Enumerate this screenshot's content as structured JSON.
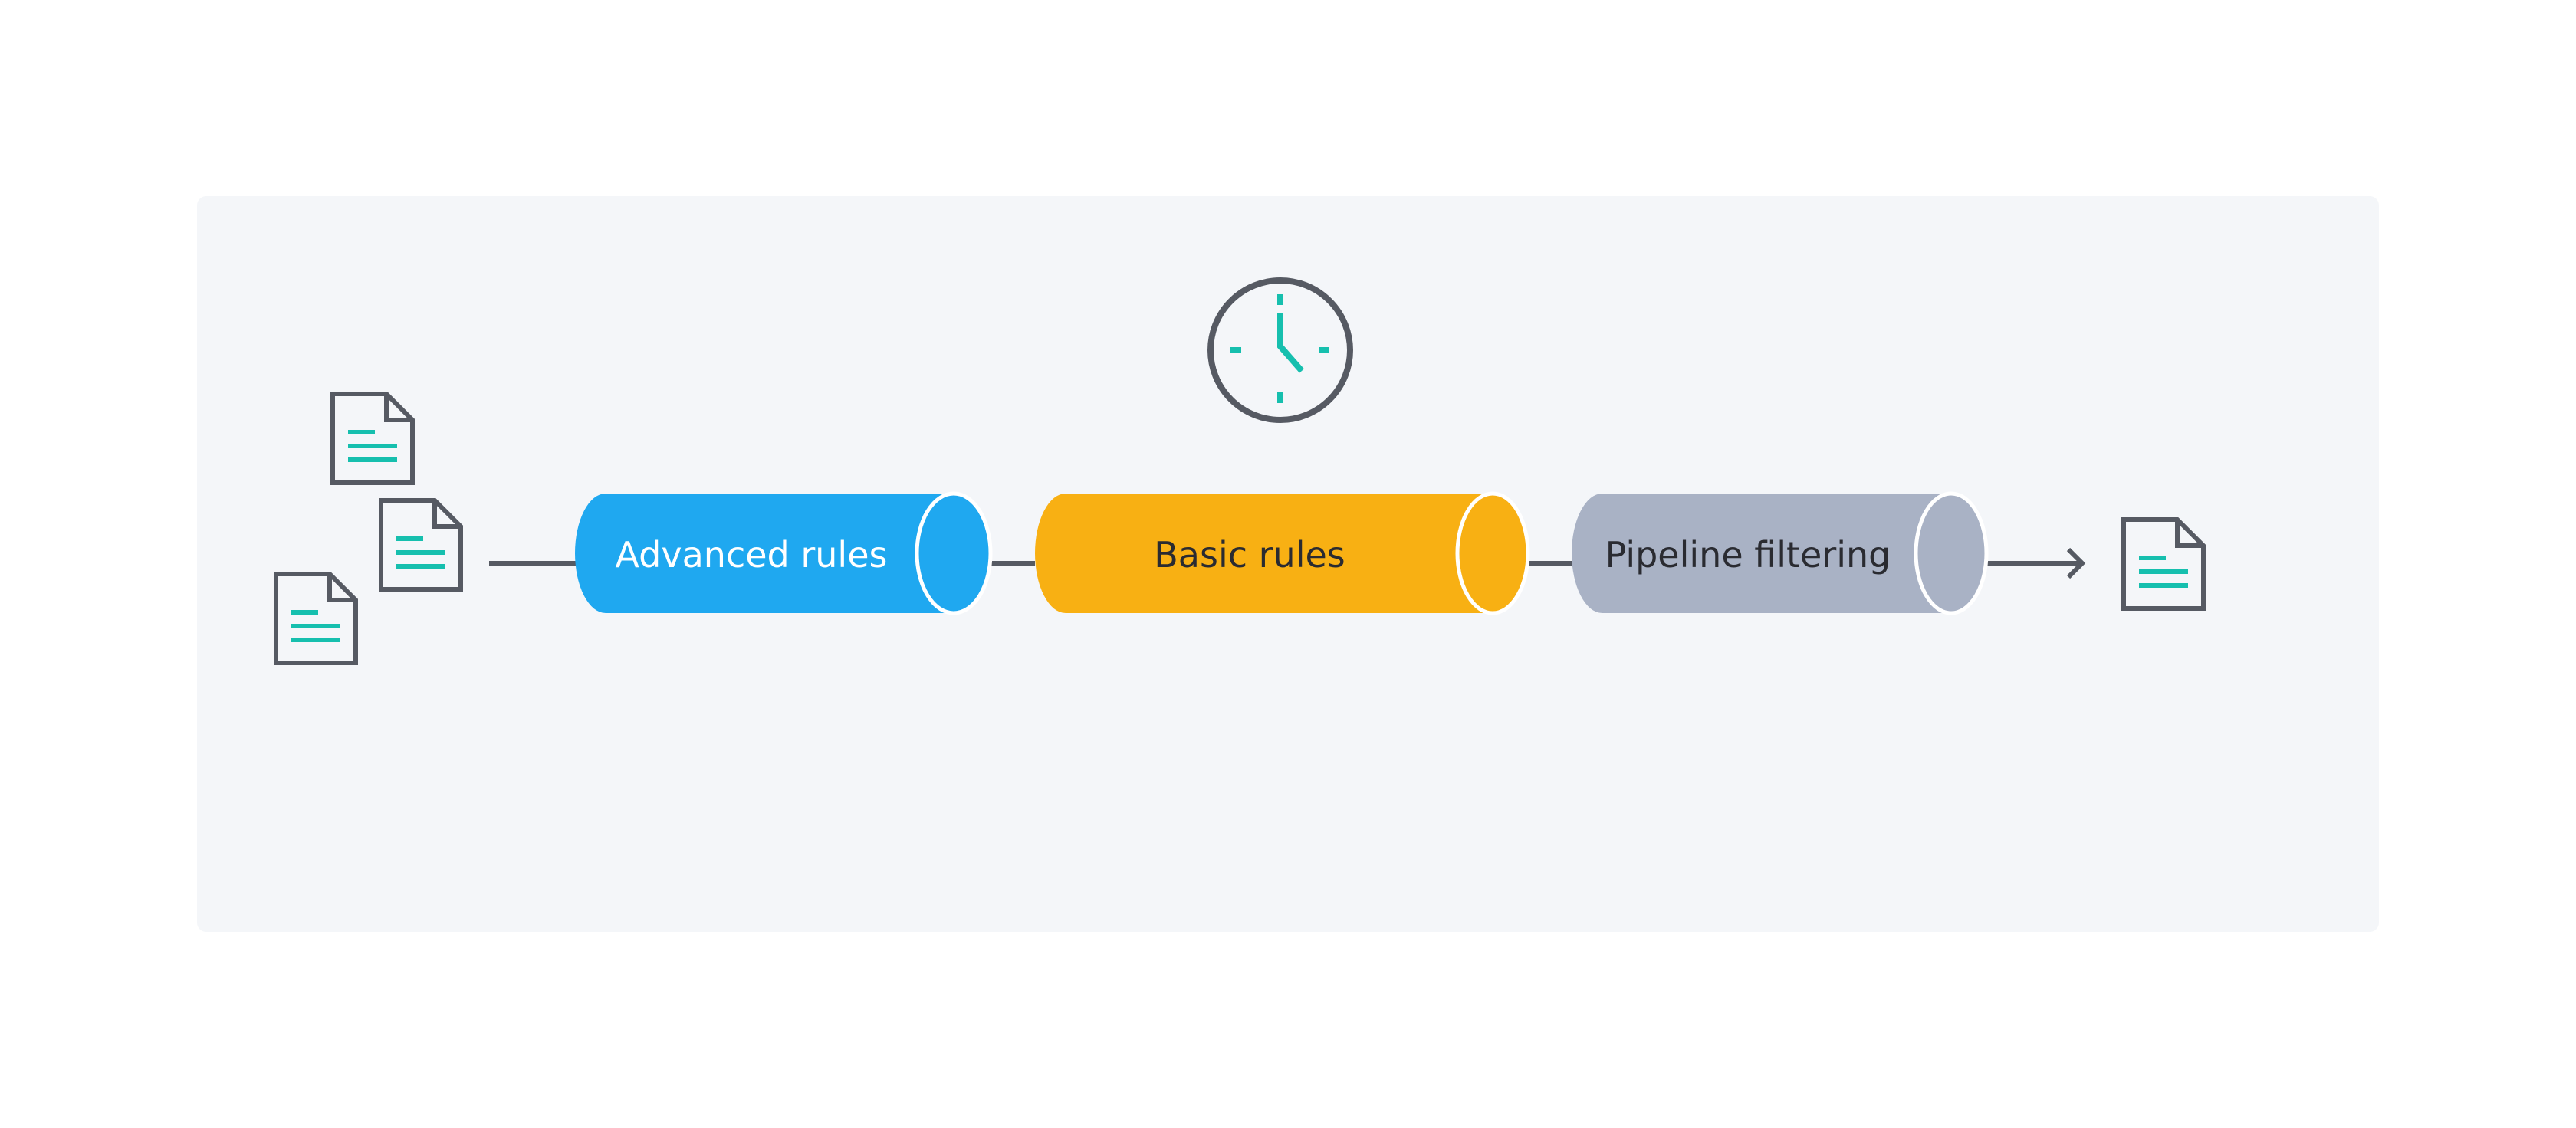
{
  "colors": {
    "page_background": "#ffffff",
    "panel_background": "#f4f6f9",
    "icon_stroke": "#565a63",
    "icon_accent": "#16bfae",
    "connector": "#565a63",
    "white_outline": "#ffffff"
  },
  "icons": {
    "input_documents": [
      "document-icon",
      "document-icon",
      "document-icon"
    ],
    "output_document": "document-icon",
    "clock": "clock-icon",
    "output_arrow": "arrow-right-icon"
  },
  "pipeline": {
    "stages": [
      {
        "label": "Advanced rules",
        "color": "#1fa8f0",
        "text_color": "#ffffff"
      },
      {
        "label": "Basic rules",
        "color": "#f8b013",
        "text_color": "#2a2b31"
      },
      {
        "label": "Pipeline filtering",
        "color": "#a9b2c5",
        "text_color": "#2a2b31"
      }
    ]
  }
}
